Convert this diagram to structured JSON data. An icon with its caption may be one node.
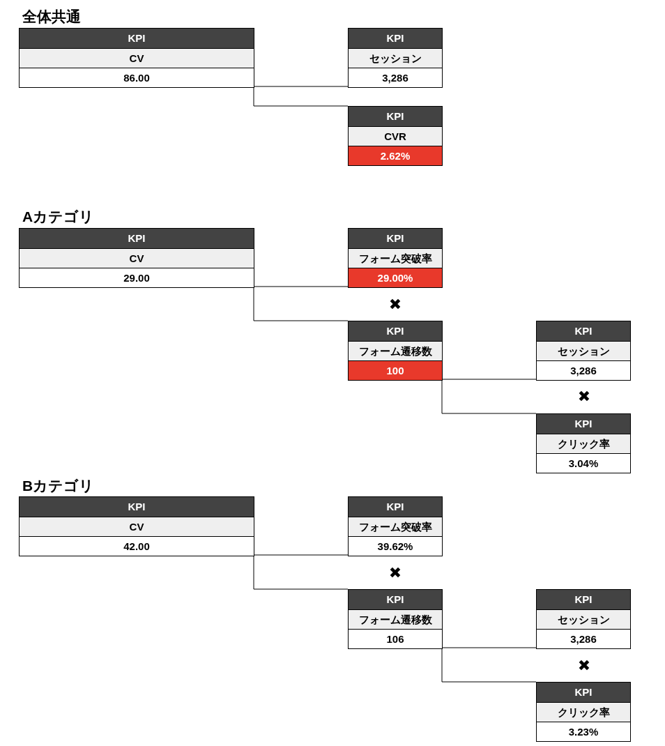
{
  "diagram": {
    "nodes": [
      {
        "text": [
          "KPI",
          "CV",
          "86.00"
        ]
      },
      {
        "text": [
          "KPI",
          "セッション",
          "3,286"
        ]
      },
      {
        "text": [
          "KPI",
          "CVR",
          "2.62%"
        ]
      },
      {
        "text": [
          "KPI",
          "CV",
          "29.00"
        ]
      },
      {
        "text": [
          "KPI",
          "フォーム突破率",
          "29.00%"
        ]
      },
      {
        "text": [
          "KPI",
          "フォーム遷移数",
          "100"
        ]
      },
      {
        "text": [
          "KPI",
          "セッション",
          "3,286"
        ]
      },
      {
        "text": [
          "KPI",
          "クリック率",
          "3.04%"
        ]
      },
      {
        "text": [
          "KPI",
          "CV",
          "42.00"
        ]
      },
      {
        "text": [
          "KPI",
          "フォーム突破率",
          "39.62%"
        ]
      },
      {
        "text": [
          "KPI",
          "フォーム遷移数",
          "106"
        ]
      },
      {
        "text": [
          "KPI",
          "セッション",
          "3,286"
        ]
      },
      {
        "text": [
          "KPI",
          "クリック率",
          "3.23%"
        ]
      }
    ],
    "edges": [
      {
        "from": 0,
        "to": 1,
        "arrow": "none"
      },
      {
        "from": 0,
        "to": 2,
        "arrow": "none"
      },
      {
        "from": 3,
        "to": 4,
        "arrow": "none"
      },
      {
        "from": 3,
        "to": 5,
        "arrow": "none"
      },
      {
        "from": 5,
        "to": 6,
        "arrow": "none"
      },
      {
        "from": 5,
        "to": 7,
        "arrow": "none"
      },
      {
        "from": 8,
        "to": 9,
        "arrow": "none"
      },
      {
        "from": 8,
        "to": 10,
        "arrow": "none"
      },
      {
        "from": 10,
        "to": 11,
        "arrow": "none"
      },
      {
        "from": 10,
        "to": 12,
        "arrow": "none"
      }
    ],
    "labels": [
      "全体共通",
      "Aカテゴリ",
      "✖",
      "✖",
      "Bカテゴリ",
      "✖",
      "✖"
    ]
  }
}
